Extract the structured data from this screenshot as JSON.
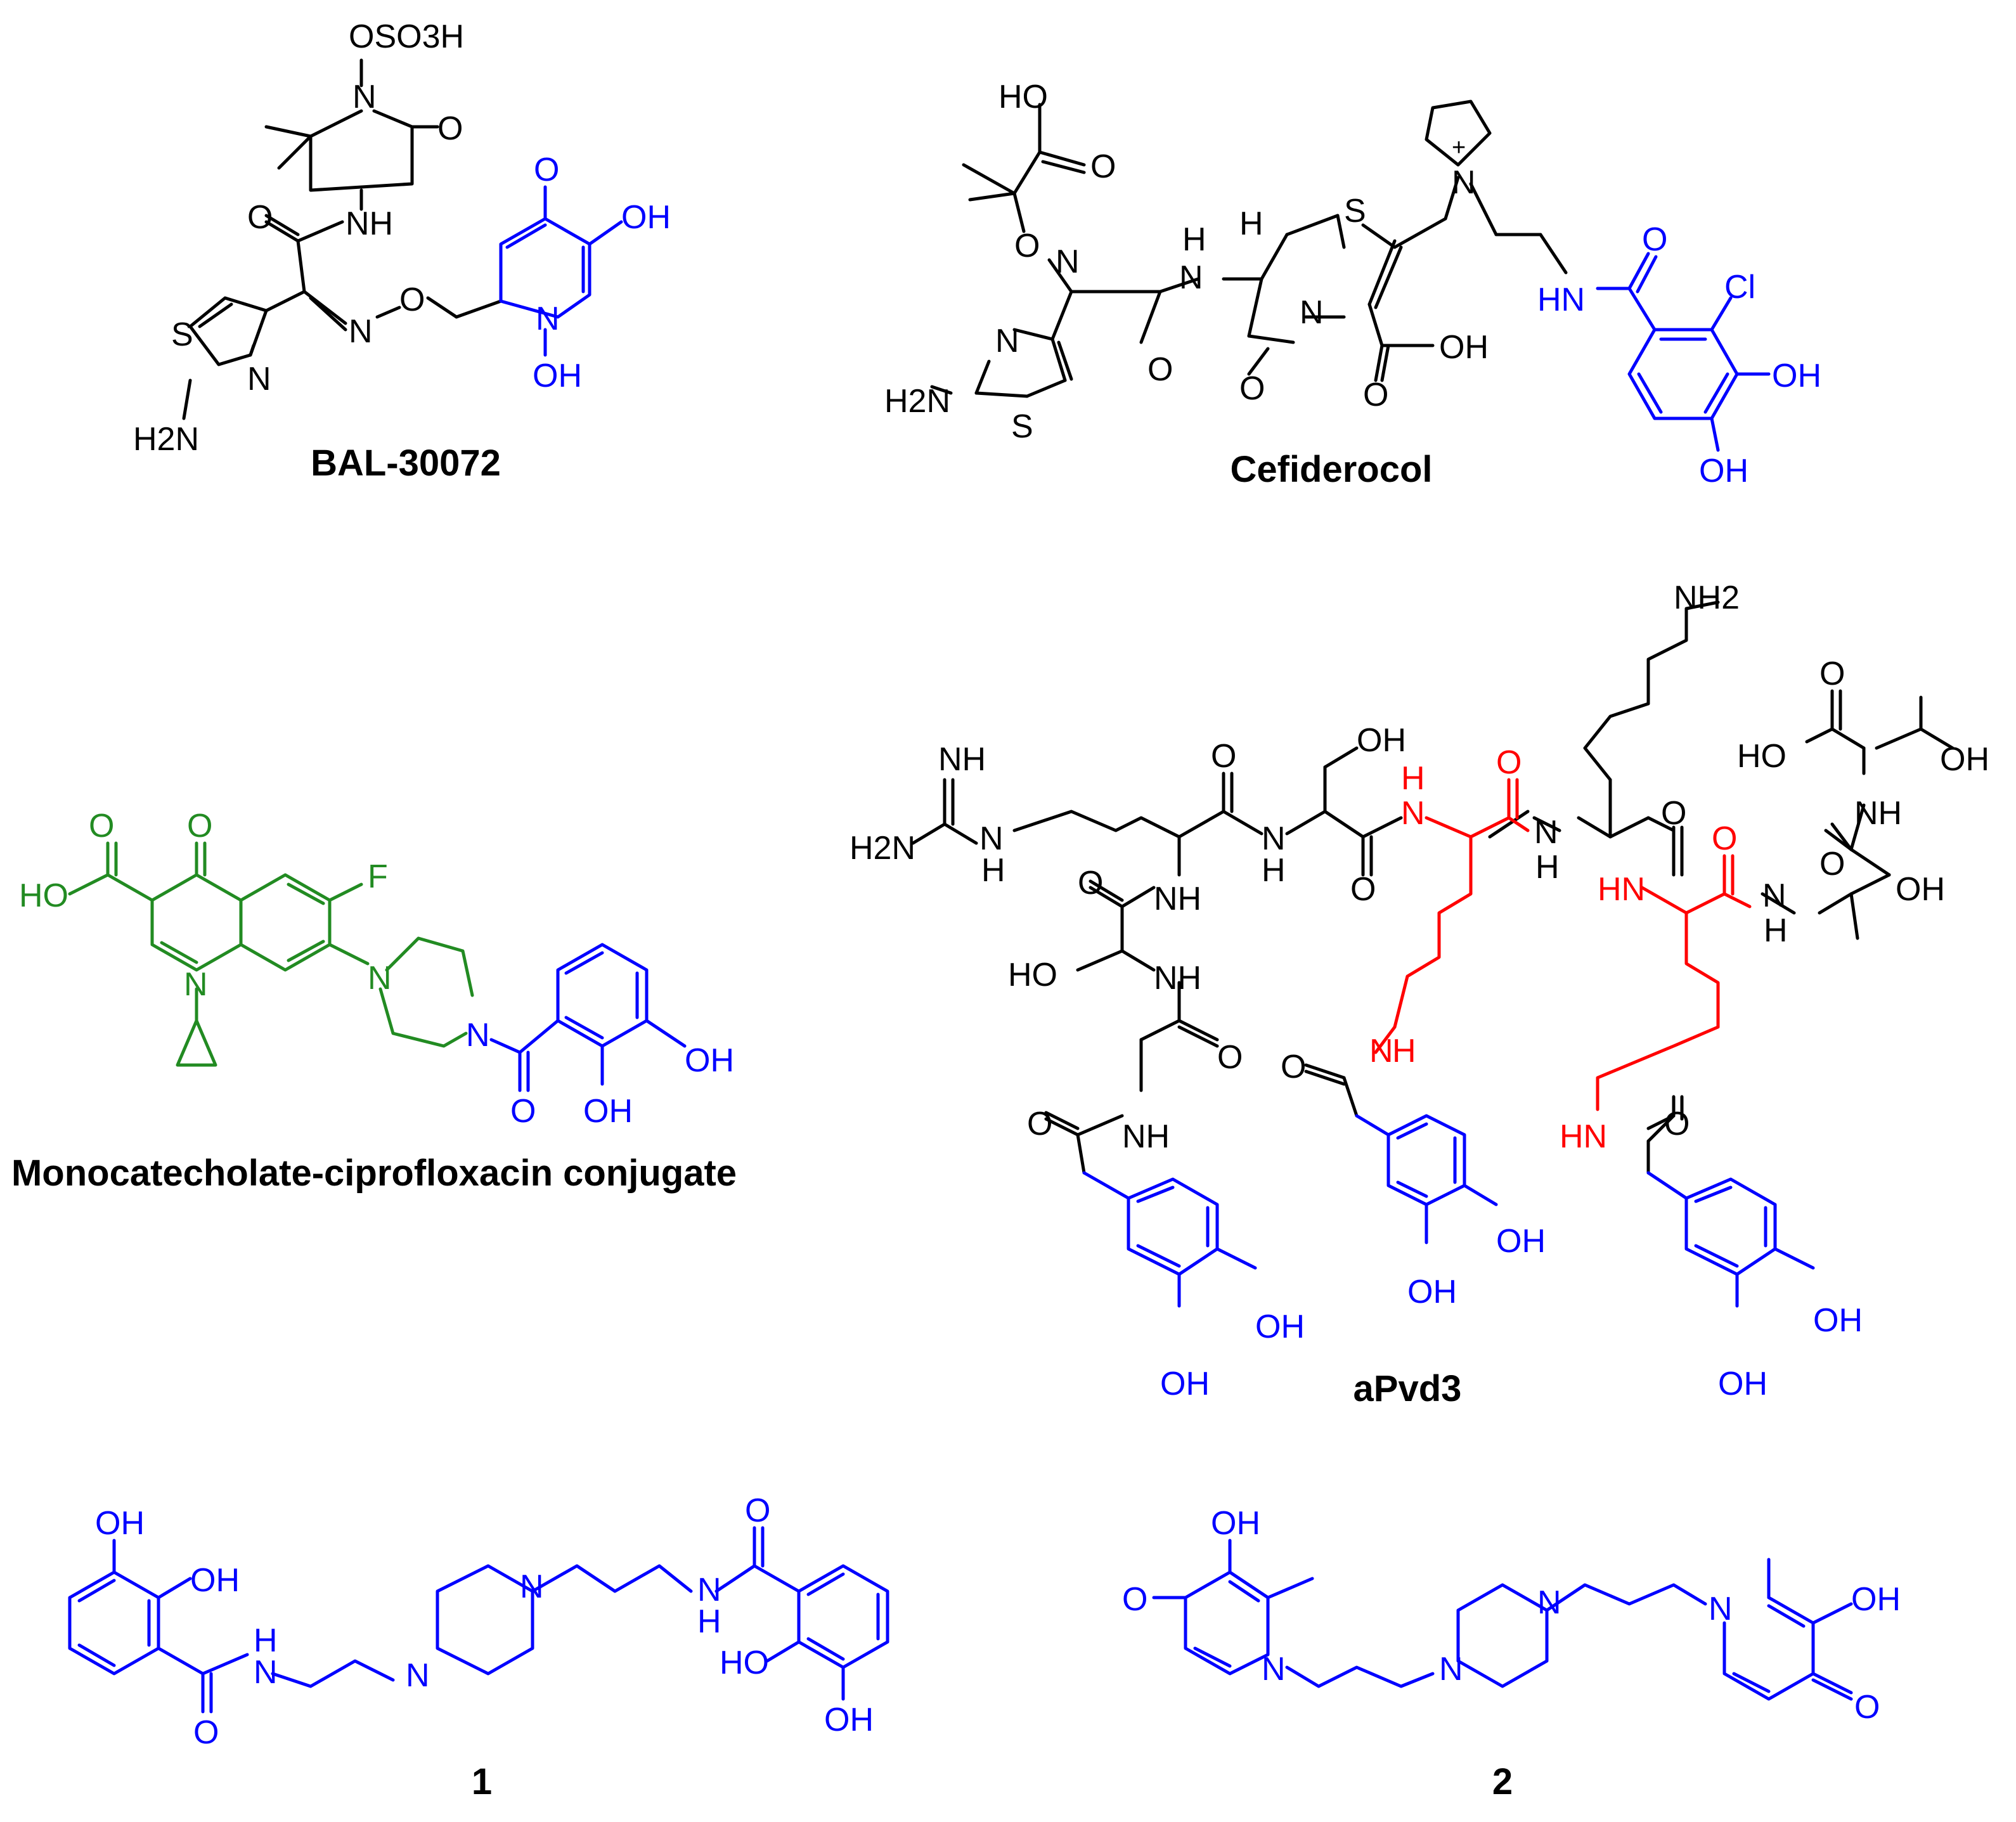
{
  "colors": {
    "core": "#000000",
    "chelator": "#0000FF",
    "antibiotic": "#228B22",
    "linker": "#FF0000"
  },
  "compounds": [
    {
      "id": "bal",
      "name": "BAL-30072",
      "atoms": [
        {
          "text": "OSO3H",
          "color": "core"
        },
        {
          "text": "N",
          "color": "core"
        },
        {
          "text": "O",
          "color": "core"
        },
        {
          "text": "NH",
          "color": "core"
        },
        {
          "text": "O",
          "color": "core"
        },
        {
          "text": "S",
          "color": "core"
        },
        {
          "text": "N",
          "color": "core"
        },
        {
          "text": "H2N",
          "color": "core"
        },
        {
          "text": "N",
          "color": "core"
        },
        {
          "text": "O",
          "color": "core"
        },
        {
          "text": "O",
          "color": "chelator"
        },
        {
          "text": "OH",
          "color": "chelator"
        },
        {
          "text": "N",
          "color": "chelator"
        },
        {
          "text": "OH",
          "color": "chelator"
        }
      ]
    },
    {
      "id": "cef",
      "name": "Cefiderocol",
      "atoms": [
        {
          "text": "HO",
          "color": "core"
        },
        {
          "text": "O",
          "color": "core"
        },
        {
          "text": "O",
          "color": "core"
        },
        {
          "text": "N",
          "color": "core"
        },
        {
          "text": "N",
          "color": "core"
        },
        {
          "text": "H2N",
          "color": "core"
        },
        {
          "text": "S",
          "color": "core"
        },
        {
          "text": "H",
          "color": "core"
        },
        {
          "text": "N",
          "color": "core"
        },
        {
          "text": "O",
          "color": "core"
        },
        {
          "text": "H",
          "color": "core"
        },
        {
          "text": "S",
          "color": "core"
        },
        {
          "text": "N",
          "color": "core"
        },
        {
          "text": "O",
          "color": "core"
        },
        {
          "text": "OH",
          "color": "core"
        },
        {
          "text": "O",
          "color": "core"
        },
        {
          "text": "N",
          "color": "core"
        },
        {
          "text": "+",
          "color": "core"
        },
        {
          "text": "HN",
          "color": "chelator"
        },
        {
          "text": "O",
          "color": "chelator"
        },
        {
          "text": "Cl",
          "color": "chelator"
        },
        {
          "text": "OH",
          "color": "chelator"
        },
        {
          "text": "OH",
          "color": "chelator"
        }
      ]
    },
    {
      "id": "cipro",
      "name": "Monocatecholate-ciprofloxacin conjugate",
      "atoms": [
        {
          "text": "O",
          "color": "antibiotic"
        },
        {
          "text": "O",
          "color": "antibiotic"
        },
        {
          "text": "HO",
          "color": "antibiotic"
        },
        {
          "text": "F",
          "color": "antibiotic"
        },
        {
          "text": "N",
          "color": "antibiotic"
        },
        {
          "text": "N",
          "color": "antibiotic"
        },
        {
          "text": "N",
          "color": "chelator"
        },
        {
          "text": "O",
          "color": "chelator"
        },
        {
          "text": "OH",
          "color": "chelator"
        },
        {
          "text": "OH",
          "color": "chelator"
        }
      ]
    },
    {
      "id": "apvd",
      "name": "aPvd3",
      "atoms": [
        {
          "text": "NH2",
          "color": "core"
        },
        {
          "text": "NH",
          "color": "core"
        },
        {
          "text": "H2N",
          "color": "core"
        },
        {
          "text": "N",
          "color": "core"
        },
        {
          "text": "H",
          "color": "core"
        },
        {
          "text": "O",
          "color": "core"
        },
        {
          "text": "OH",
          "color": "core"
        },
        {
          "text": "N",
          "color": "core"
        },
        {
          "text": "H",
          "color": "core"
        },
        {
          "text": "O",
          "color": "core"
        },
        {
          "text": "H",
          "color": "linker"
        },
        {
          "text": "N",
          "color": "linker"
        },
        {
          "text": "O",
          "color": "linker"
        },
        {
          "text": "N",
          "color": "core"
        },
        {
          "text": "H",
          "color": "core"
        },
        {
          "text": "O",
          "color": "core"
        },
        {
          "text": "O",
          "color": "core"
        },
        {
          "text": "HO",
          "color": "core"
        },
        {
          "text": "OH",
          "color": "core"
        },
        {
          "text": "NH",
          "color": "core"
        },
        {
          "text": "O",
          "color": "core"
        },
        {
          "text": "HN",
          "color": "linker"
        },
        {
          "text": "O",
          "color": "linker"
        },
        {
          "text": "N",
          "color": "core"
        },
        {
          "text": "H",
          "color": "core"
        },
        {
          "text": "OH",
          "color": "core"
        },
        {
          "text": "O",
          "color": "core"
        },
        {
          "text": "NH",
          "color": "core"
        },
        {
          "text": "HO",
          "color": "core"
        },
        {
          "text": "NH",
          "color": "core"
        },
        {
          "text": "O",
          "color": "core"
        },
        {
          "text": "O",
          "color": "core"
        },
        {
          "text": "NH",
          "color": "core"
        },
        {
          "text": "O",
          "color": "core"
        },
        {
          "text": "N",
          "color": "linker"
        },
        {
          "text": "H",
          "color": "linker"
        },
        {
          "text": "HN",
          "color": "linker"
        },
        {
          "text": "O",
          "color": "core"
        },
        {
          "text": "OH",
          "color": "chelator"
        },
        {
          "text": "OH",
          "color": "chelator"
        },
        {
          "text": "OH",
          "color": "chelator"
        },
        {
          "text": "OH",
          "color": "chelator"
        },
        {
          "text": "OH",
          "color": "chelator"
        },
        {
          "text": "OH",
          "color": "chelator"
        }
      ]
    },
    {
      "id": "c1",
      "name": "1",
      "atoms": [
        {
          "text": "OH",
          "color": "chelator"
        },
        {
          "text": "OH",
          "color": "chelator"
        },
        {
          "text": "H",
          "color": "chelator"
        },
        {
          "text": "N",
          "color": "chelator"
        },
        {
          "text": "O",
          "color": "chelator"
        },
        {
          "text": "N",
          "color": "chelator"
        },
        {
          "text": "N",
          "color": "chelator"
        },
        {
          "text": "N",
          "color": "chelator"
        },
        {
          "text": "H",
          "color": "chelator"
        },
        {
          "text": "O",
          "color": "chelator"
        },
        {
          "text": "HO",
          "color": "chelator"
        },
        {
          "text": "OH",
          "color": "chelator"
        }
      ]
    },
    {
      "id": "c2",
      "name": "2",
      "atoms": [
        {
          "text": "OH",
          "color": "chelator"
        },
        {
          "text": "O",
          "color": "chelator"
        },
        {
          "text": "N",
          "color": "chelator"
        },
        {
          "text": "N",
          "color": "chelator"
        },
        {
          "text": "N",
          "color": "chelator"
        },
        {
          "text": "N",
          "color": "chelator"
        },
        {
          "text": "OH",
          "color": "chelator"
        },
        {
          "text": "O",
          "color": "chelator"
        }
      ]
    }
  ]
}
